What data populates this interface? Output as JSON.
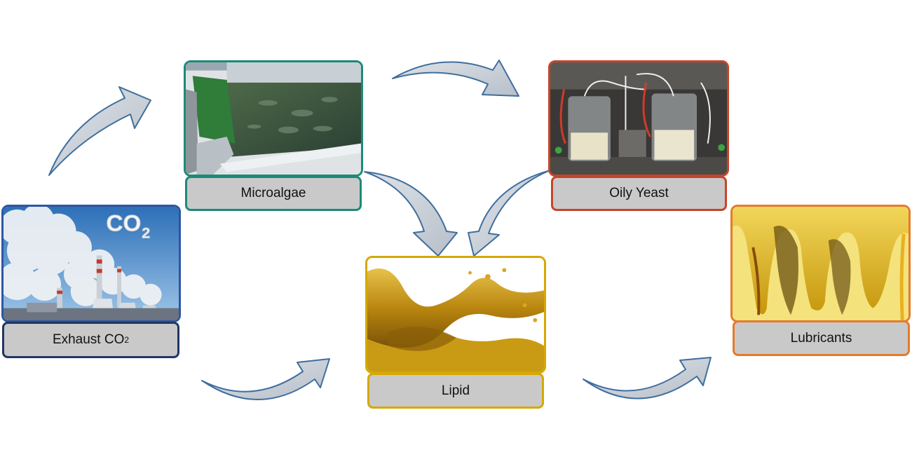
{
  "nodes": {
    "exhaust": {
      "label_main": "Exhaust CO",
      "label_sub": "2",
      "image_text_main": "CO",
      "image_text_sub": "2",
      "border": "#2f55a4",
      "label_border": "#203864"
    },
    "microalgae": {
      "label": "Microalgae",
      "border": "#1d8a78"
    },
    "oily_yeast": {
      "label": "Oily Yeast",
      "border": "#c5452a"
    },
    "lipid": {
      "label": "Lipid",
      "border": "#d6a800"
    },
    "lubricants": {
      "label": "Lubricants",
      "border": "#e57b2c"
    }
  },
  "colors": {
    "arrow_fill": "#c6cdd6",
    "arrow_stroke": "#3f6e9e"
  }
}
